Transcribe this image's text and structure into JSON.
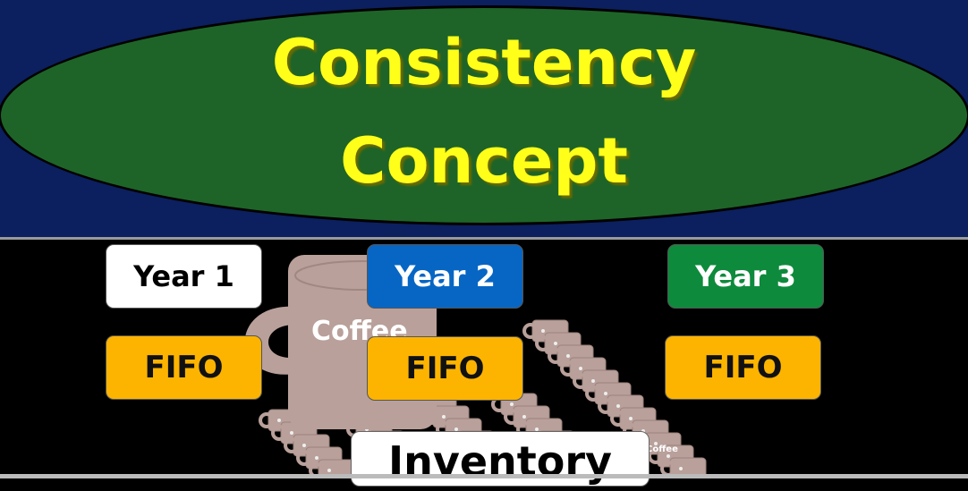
{
  "title": {
    "line1": "Consistency",
    "line2": "Concept"
  },
  "years": [
    {
      "label": "Year 1",
      "method": "FIFO",
      "color": "#ffffff"
    },
    {
      "label": "Year 2",
      "method": "FIFO",
      "color": "#0766c4"
    },
    {
      "label": "Year 3",
      "method": "FIFO",
      "color": "#0e8a3c"
    }
  ],
  "illustration": {
    "mug_label": "Coffee",
    "small_mug_label": "Coffee",
    "icon": "coffee-mug-icon"
  },
  "inventory_label": "Inventory",
  "colors": {
    "title": "#ffff1a",
    "ellipse": "#1e6428",
    "header_bg": "#0c1f5e",
    "method_box": "#fdb400",
    "mug": "#b9a09a"
  }
}
